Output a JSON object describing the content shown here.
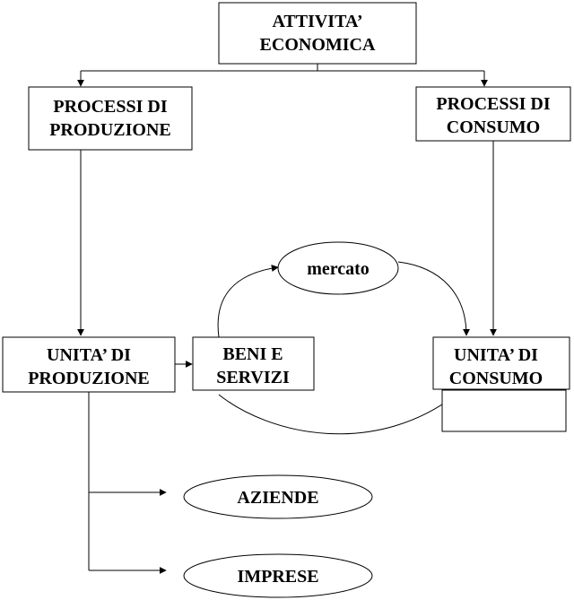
{
  "nodes": {
    "attivita_economica": {
      "line1": "ATTIVITA’",
      "line2": "ECONOMICA"
    },
    "processi_produzione": {
      "line1": "PROCESSI DI",
      "line2": "PRODUZIONE"
    },
    "processi_consumo": {
      "line1": "PROCESSI DI",
      "line2": "CONSUMO"
    },
    "unita_produzione": {
      "line1": "UNITA’ DI",
      "line2": "PRODUZIONE"
    },
    "beni_servizi": {
      "line1": "BENI E",
      "line2": "SERVIZI"
    },
    "unita_consumo": {
      "line1": "UNITA’ DI",
      "line2": "CONSUMO"
    },
    "mercato": {
      "label": "mercato"
    },
    "aziende": {
      "label": "AZIENDE"
    },
    "imprese": {
      "label": "IMPRESE"
    }
  }
}
